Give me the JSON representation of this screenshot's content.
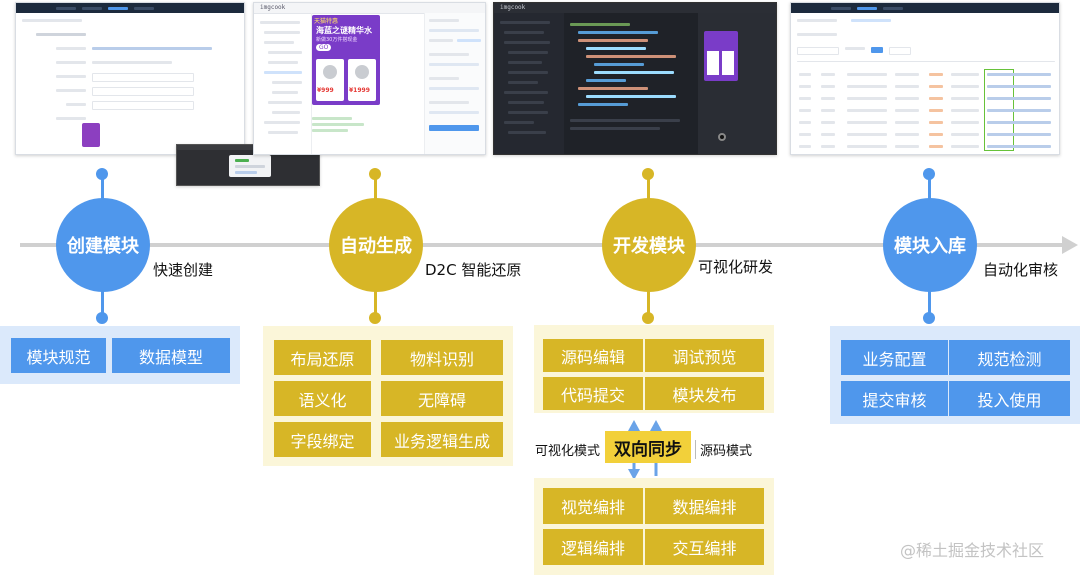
{
  "colors": {
    "blue": "#4f97ec",
    "gold": "#d7b626",
    "blue_panel": "#dbe9fb",
    "gold_panel": "#fbf6d9",
    "timeline": "#d0d0d0"
  },
  "screenshots": {
    "create": {
      "brand": ""
    },
    "generate": {
      "brand": "imgcook",
      "promo_title": "天猫特惠",
      "promo_headline": "海蓝之谜精华水",
      "promo_sub": "新做30万件搭现金",
      "promo_badge": "GO",
      "price_1": "¥999",
      "price_2": "¥1999"
    },
    "develop": {
      "brand": "imgcook"
    },
    "release": {
      "brand": ""
    }
  },
  "stages": [
    {
      "label": "创建模块",
      "caption": "快速创建"
    },
    {
      "label": "自动生成",
      "caption": "D2C 智能还原"
    },
    {
      "label": "开发模块",
      "caption": "可视化研发"
    },
    {
      "label": "模块入库",
      "caption": "自动化审核"
    }
  ],
  "create_items": [
    "模块规范",
    "数据模型"
  ],
  "generate_items": [
    "布局还原",
    "物料识别",
    "语义化",
    "无障碍",
    "字段绑定",
    "业务逻辑生成"
  ],
  "develop_items": [
    "源码编辑",
    "调试预览",
    "代码提交",
    "模块发布"
  ],
  "sync": {
    "left": "可视化模式",
    "center": "双向同步",
    "right": "源码模式"
  },
  "visual_items": [
    "视觉编排",
    "数据编排",
    "逻辑编排",
    "交互编排"
  ],
  "release_items": [
    "业务配置",
    "规范检测",
    "提交审核",
    "投入使用"
  ],
  "watermark": "@稀土掘金技术社区"
}
